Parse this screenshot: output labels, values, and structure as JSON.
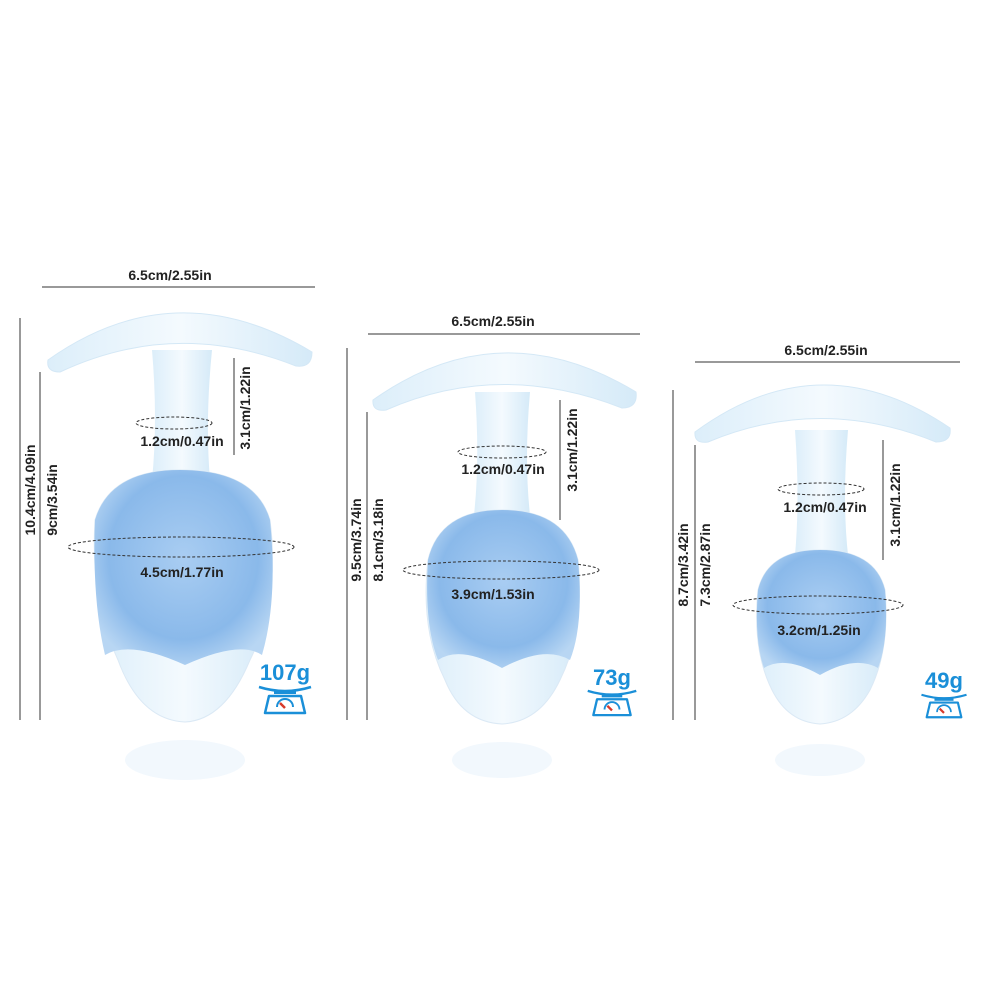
{
  "accent_color": "#1a8fd8",
  "products": [
    {
      "width": "6.5cm/2.55in",
      "total_length": "10.4cm/4.09in",
      "insertable_length": "9cm/3.54in",
      "neck_length": "3.1cm/1.22in",
      "neck_diameter": "1.2cm/0.47in",
      "bulb_diameter": "4.5cm/1.77in",
      "weight": "107g",
      "weight_icon": "scale-icon"
    },
    {
      "width": "6.5cm/2.55in",
      "total_length": "9.5cm/3.74in",
      "insertable_length": "8.1cm/3.18in",
      "neck_length": "3.1cm/1.22in",
      "neck_diameter": "1.2cm/0.47in",
      "bulb_diameter": "3.9cm/1.53in",
      "weight": "73g",
      "weight_icon": "scale-icon"
    },
    {
      "width": "6.5cm/2.55in",
      "total_length": "8.7cm/3.42in",
      "insertable_length": "7.3cm/2.87in",
      "neck_length": "3.1cm/1.22in",
      "neck_diameter": "1.2cm/0.47in",
      "bulb_diameter": "3.2cm/1.25in",
      "weight": "49g",
      "weight_icon": "scale-icon"
    }
  ]
}
